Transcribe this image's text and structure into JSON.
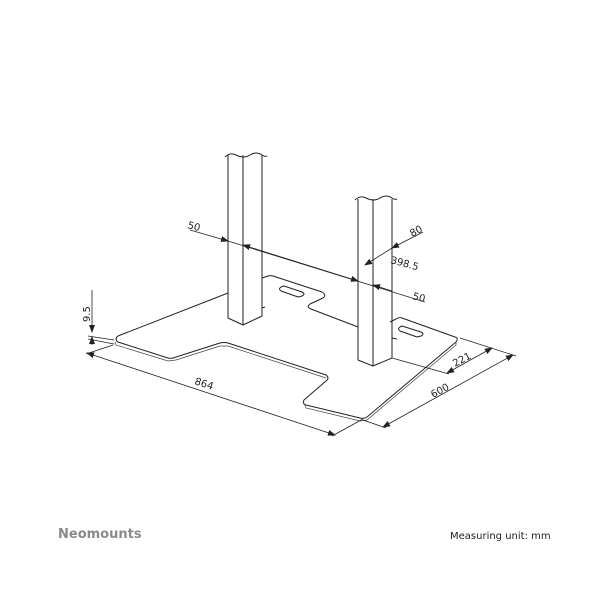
{
  "dimensions": {
    "post_offset_left": "50",
    "post_spacing": "398.5",
    "post_offset_right": "50",
    "post_width": "80",
    "plate_thickness": "9.5",
    "plate_width": "864",
    "tab_depth": "221",
    "plate_depth": "600"
  },
  "footer": {
    "brand": "Neomounts",
    "unit_label": "Measuring unit: mm"
  }
}
